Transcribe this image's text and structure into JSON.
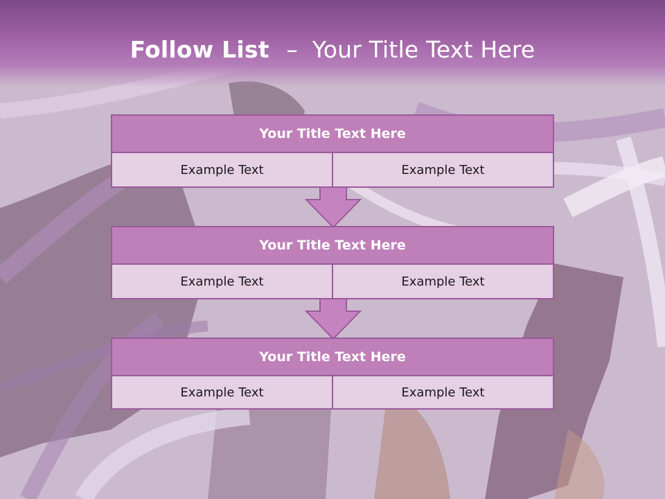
{
  "header": {
    "title_bold": "Follow List",
    "title_dash": "–",
    "title_rest": "Your Title Text Here"
  },
  "blocks": [
    {
      "title": "Your Title Text Here",
      "left": "Example Text",
      "right": "Example Text"
    },
    {
      "title": "Your Title Text Here",
      "left": "Example Text",
      "right": "Example Text"
    },
    {
      "title": "Your Title Text Here",
      "left": "Example Text",
      "right": "Example Text"
    }
  ],
  "colors": {
    "header": "#9d5fa2",
    "block_title": "#bf7fb9",
    "block_cell": "#e6d0e4",
    "border": "#9b5a9c",
    "arrow": "#c584c0"
  },
  "icons": [
    "down-arrow-icon",
    "down-arrow-icon"
  ]
}
